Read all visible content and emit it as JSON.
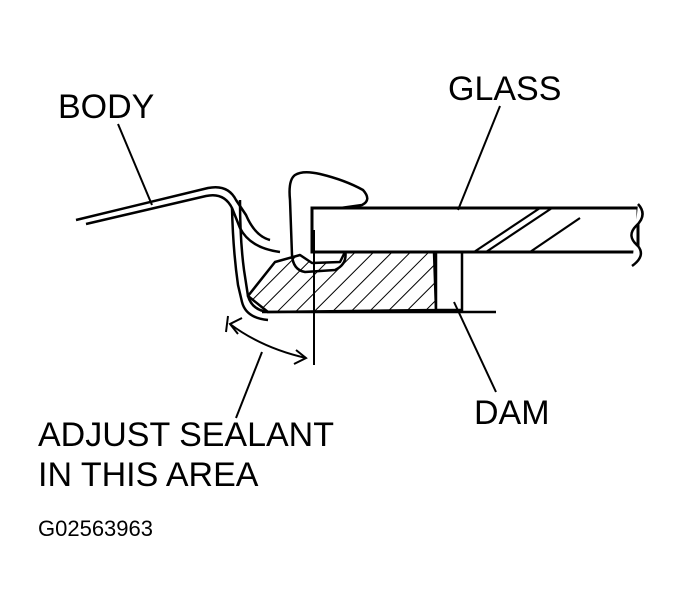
{
  "labels": {
    "body": "BODY",
    "glass": "GLASS",
    "dam": "DAM",
    "adjust_line1": "ADJUST SEALANT",
    "adjust_line2": "IN THIS AREA",
    "figure_code": "G02563963"
  },
  "colors": {
    "ink": "#000000",
    "paper": "#ffffff"
  }
}
